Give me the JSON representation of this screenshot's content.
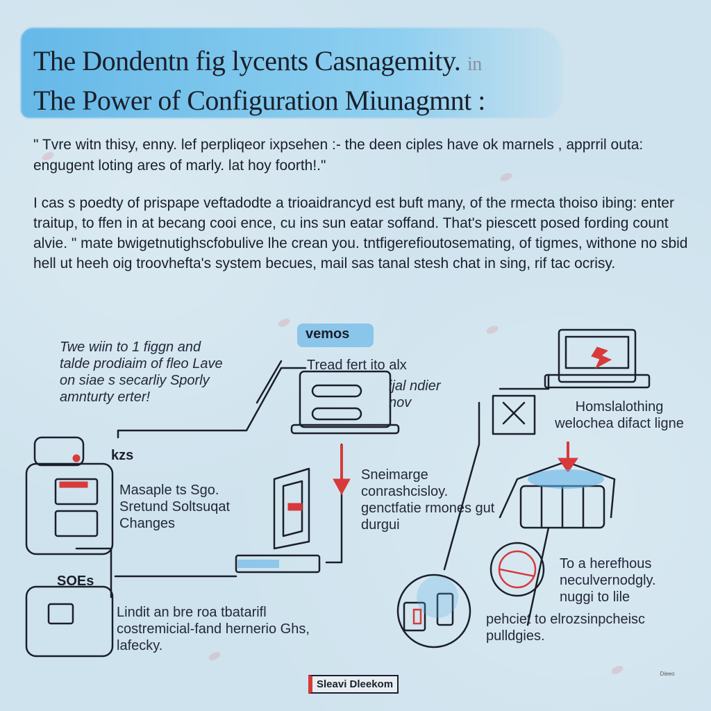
{
  "title": {
    "line1": "The Dondentn fig lycents Casnagemity.",
    "line1_suffix": "in",
    "line2": "The Power of Configuration Miunagmnt",
    "line2_suffix": ":"
  },
  "quote": "\" Tvre witn thisy, enny. lef perpliqeor ixpsehen :- the deen ciples have ok marnels , apprril outa: engugent loting ares of marly. lat hoy foorth!.\"",
  "paragraph": "I cas s poedty of prispape veftadodte a trioaidrancyd est buft many, of the rmecta thoiso ibing: enter traitup, to ffen in at becang cooi ence, cu ins sun eatar soffand. That's piescett posed fording count alvie. \" mate bwigetnutighscfobulive lhe crean you. tntfigerefioutosemating, of tigmes, withone no sbid hell ut heeh oig troovhefta's system becues, mail sas tanal stesh chat in sing, rif tac ocrisy.",
  "labels": {
    "top_badge": "vemos",
    "note_top_left": "Twe wiin to 1 figgn and talde prodiaim of fleo Lave on siae s secarliy Sporly amnturty erter!",
    "note_laptop": "Tread fert ito alx",
    "note_laptop_sub": "ijal ndier nov",
    "note_monitor": "Homslalothing welochea difact ligne",
    "tag_left_1": "kzs",
    "note_left_1": "Masaple ts Sgo. Sretund Soltsuqat Changes",
    "note_mid": "Sneimarge conrashcisloy. genctfatie rmones gut durgui",
    "tag_left_2": "SOEs",
    "note_left_2": "Lindit an bre roa tbatarifl costremicial-fand hernerio Ghs, lafecky.",
    "note_right_1": "To a herefhous neculvernodgly. nuggi to lile",
    "note_right_2": "pehciet to elrozsinpcheisc pulldgies."
  },
  "brand": "Sleavi Dleekom",
  "corner_mark": "Dieeo",
  "colors": {
    "accent_blue": "#52b0e6",
    "accent_red": "#d63a3a",
    "ink": "#1a1f2a",
    "background": "#cfe3ee"
  }
}
